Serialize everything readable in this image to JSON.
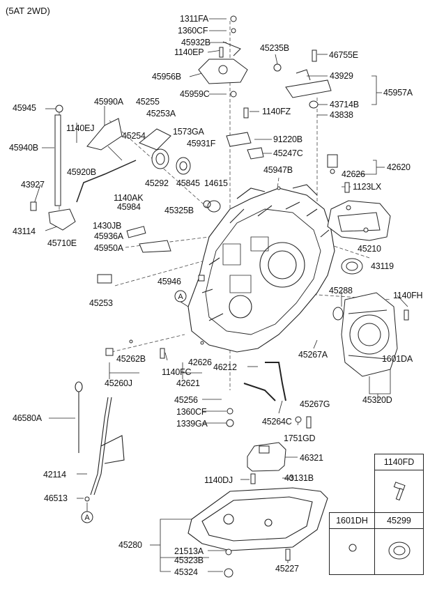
{
  "title": "(5AT 2WD)",
  "parts": {
    "p1311FA": "1311FA",
    "p1360CF_top": "1360CF",
    "p45932B": "45932B",
    "p1140EP": "1140EP",
    "p45235B": "45235B",
    "p46755E": "46755E",
    "p45956B": "45956B",
    "p43929": "43929",
    "p45959C": "45959C",
    "p45957A": "45957A",
    "p43714B": "43714B",
    "p1140FZ": "1140FZ",
    "p43838": "43838",
    "p45945": "45945",
    "p45990A": "45990A",
    "p45255": "45255",
    "p45253A": "45253A",
    "p1140EJ": "1140EJ",
    "p45254": "45254",
    "p1573GA": "1573GA",
    "p91220B": "91220B",
    "p45940B": "45940B",
    "p45931F": "45931F",
    "p45247C": "45247C",
    "p45920B": "45920B",
    "p45947B": "45947B",
    "p42620": "42620",
    "p42626_top": "42626",
    "p45292": "45292",
    "p45845": "45845",
    "p14615": "14615",
    "p43927": "43927",
    "p1123LX": "1123LX",
    "p1140AK": "1140AK",
    "p45984": "45984",
    "p45325B": "45325B",
    "p43114": "43114",
    "p1430JB": "1430JB",
    "p45936A": "45936A",
    "p45710E": "45710E",
    "p45210": "45210",
    "p45950A": "45950A",
    "p43119": "43119",
    "p45946": "45946",
    "p45288": "45288",
    "p1140FH": "1140FH",
    "p45253": "45253",
    "p45267A": "45267A",
    "p45262B": "45262B",
    "p1601DA": "1601DA",
    "p42626_mid": "42626",
    "p1140FC": "1140FC",
    "p46212": "46212",
    "p45260J": "45260J",
    "p42621": "42621",
    "p45320D": "45320D",
    "p45256": "45256",
    "p45267G": "45267G",
    "p46580A": "46580A",
    "p1360CF_bot": "1360CF",
    "p45264C": "45264C",
    "p1339GA": "1339GA",
    "p1751GD": "1751GD",
    "p46321": "46321",
    "p42114": "42114",
    "p1140DJ": "1140DJ",
    "p43131B": "43131B",
    "p46513": "46513",
    "p45280": "45280",
    "p21513A": "21513A",
    "p45323B": "45323B",
    "p45324": "45324",
    "p45227": "45227"
  },
  "callouts": {
    "a_top": "A",
    "a_bottom": "A"
  },
  "legend": {
    "h1140FD": "1140FD",
    "h1601DH": "1601DH",
    "h45299": "45299"
  }
}
